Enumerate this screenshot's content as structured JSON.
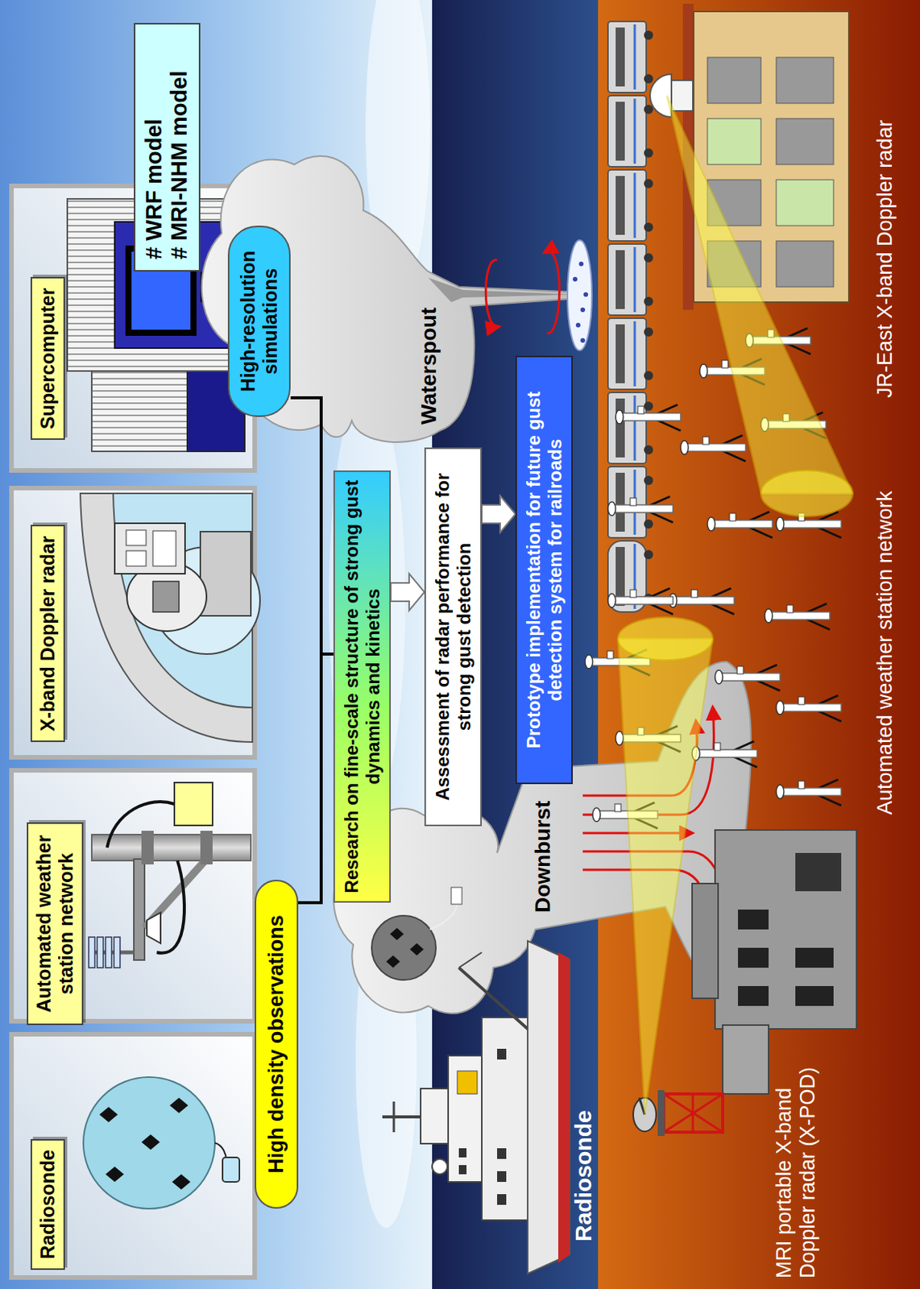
{
  "diagram": {
    "nodes": [
      {
        "text": [
          "Radiosonde"
        ]
      },
      {
        "text": [
          "Automated weather station network"
        ]
      },
      {
        "text": [
          "X-band Doppler radar"
        ]
      },
      {
        "text": [
          "Supercomputer"
        ]
      },
      {
        "text": [
          "# WRF model",
          "# MRI-NHM model"
        ]
      },
      {
        "text": [
          "High density observations"
        ]
      },
      {
        "text": [
          "High-resolution simulations"
        ]
      },
      {
        "text": [
          "Research on fine-scale structure of strong gust dynamics and kinetics"
        ]
      },
      {
        "text": [
          "Assessment of radar performance for strong gust detection"
        ]
      },
      {
        "text": [
          "Prototype implementation for future gust detection system for railroads"
        ]
      }
    ],
    "edges": [
      {
        "from": 5,
        "to": 7,
        "arrow": "none"
      },
      {
        "from": 6,
        "to": 7,
        "arrow": "none"
      },
      {
        "from": 7,
        "to": 8,
        "arrow": "to"
      },
      {
        "from": 8,
        "to": 9,
        "arrow": "to"
      }
    ],
    "labels": [
      "Waterspout",
      "Downburst",
      "Radiosonde",
      "MRI portable X-band Doppler radar (X-POD)",
      "Automated weather station network",
      "JR-East X-band Doppler radar"
    ]
  }
}
